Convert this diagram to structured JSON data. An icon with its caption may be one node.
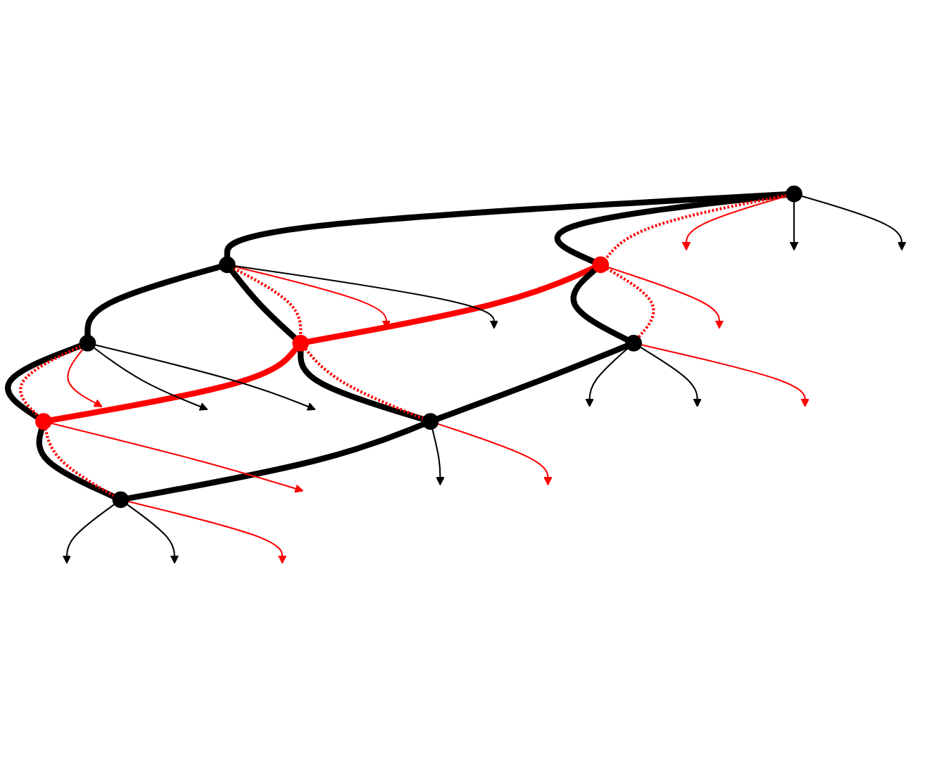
{
  "diagram": {
    "nodes": [
      {
        "text": [],
        "shape": "lens"
      },
      {
        "text": [],
        "shape": "lens"
      },
      {
        "text": [],
        "shape": "lens"
      },
      {
        "text": [],
        "shape": "lens"
      },
      {
        "text": [],
        "shape": "lens"
      },
      {
        "text": [],
        "shape": "lens"
      },
      {
        "text": [],
        "shape": "lens"
      },
      {
        "text": [],
        "shape": "lens"
      },
      {
        "text": [],
        "shape": "lens"
      }
    ],
    "edges": [
      {
        "from": 0,
        "to": 1,
        "arrow": "none",
        "style": "thick"
      },
      {
        "from": 1,
        "to": 2,
        "arrow": "none",
        "style": "thick"
      },
      {
        "from": 3,
        "to": 4,
        "arrow": "none",
        "style": "thick",
        "color": "#ff0000"
      },
      {
        "from": 4,
        "to": 5,
        "arrow": "none",
        "style": "thick",
        "color": "#ff0000"
      },
      {
        "from": 6,
        "to": 7,
        "arrow": "none",
        "style": "thick"
      },
      {
        "from": 7,
        "to": 8,
        "arrow": "none",
        "style": "thick"
      },
      {
        "from": 0,
        "to": 3,
        "arrow": "none",
        "style": "thick"
      },
      {
        "from": 0,
        "to": 3,
        "arrow": "none",
        "style": "dashed",
        "color": "#ff0000"
      },
      {
        "from": 3,
        "to": 6,
        "arrow": "none",
        "style": "thick"
      },
      {
        "from": 3,
        "to": 6,
        "arrow": "none",
        "style": "dashed",
        "color": "#ff0000"
      },
      {
        "from": 1,
        "to": 4,
        "arrow": "none",
        "style": "thick"
      },
      {
        "from": 1,
        "to": 4,
        "arrow": "none",
        "style": "dashed",
        "color": "#ff0000"
      },
      {
        "from": 4,
        "to": 7,
        "arrow": "none",
        "style": "thick"
      },
      {
        "from": 4,
        "to": 7,
        "arrow": "none",
        "style": "dashed",
        "color": "#ff0000"
      },
      {
        "from": 2,
        "to": 5,
        "arrow": "none",
        "style": "thick"
      },
      {
        "from": 2,
        "to": 5,
        "arrow": "none",
        "style": "dashed",
        "color": "#ff0000"
      },
      {
        "from": 5,
        "to": 8,
        "arrow": "none",
        "style": "thick"
      },
      {
        "from": 5,
        "to": 8,
        "arrow": "none",
        "style": "dashed",
        "color": "#ff0000"
      },
      {
        "from": 0,
        "to": null,
        "arrow": "to",
        "color": "#ff0000"
      },
      {
        "from": 0,
        "to": null,
        "arrow": "to"
      },
      {
        "from": 1,
        "to": null,
        "arrow": "to",
        "color": "#ff0000"
      },
      {
        "from": 1,
        "to": null,
        "arrow": "to"
      },
      {
        "from": 2,
        "to": null,
        "arrow": "to",
        "color": "#ff0000"
      },
      {
        "from": 2,
        "to": null,
        "arrow": "to"
      },
      {
        "from": 0,
        "to": null,
        "arrow": "to"
      },
      {
        "from": 2,
        "to": null,
        "arrow": "to"
      },
      {
        "from": 3,
        "to": null,
        "arrow": "to",
        "color": "#ff0000"
      },
      {
        "from": 5,
        "to": null,
        "arrow": "to",
        "color": "#ff0000"
      },
      {
        "from": 6,
        "to": null,
        "arrow": "to"
      },
      {
        "from": 8,
        "to": null,
        "arrow": "to"
      },
      {
        "from": 6,
        "to": null,
        "arrow": "to"
      },
      {
        "from": 6,
        "to": null,
        "arrow": "to",
        "color": "#ff0000"
      },
      {
        "from": 7,
        "to": null,
        "arrow": "to"
      },
      {
        "from": 7,
        "to": null,
        "arrow": "to",
        "color": "#ff0000"
      },
      {
        "from": 8,
        "to": null,
        "arrow": "to"
      },
      {
        "from": 8,
        "to": null,
        "arrow": "to",
        "color": "#ff0000"
      }
    ]
  }
}
